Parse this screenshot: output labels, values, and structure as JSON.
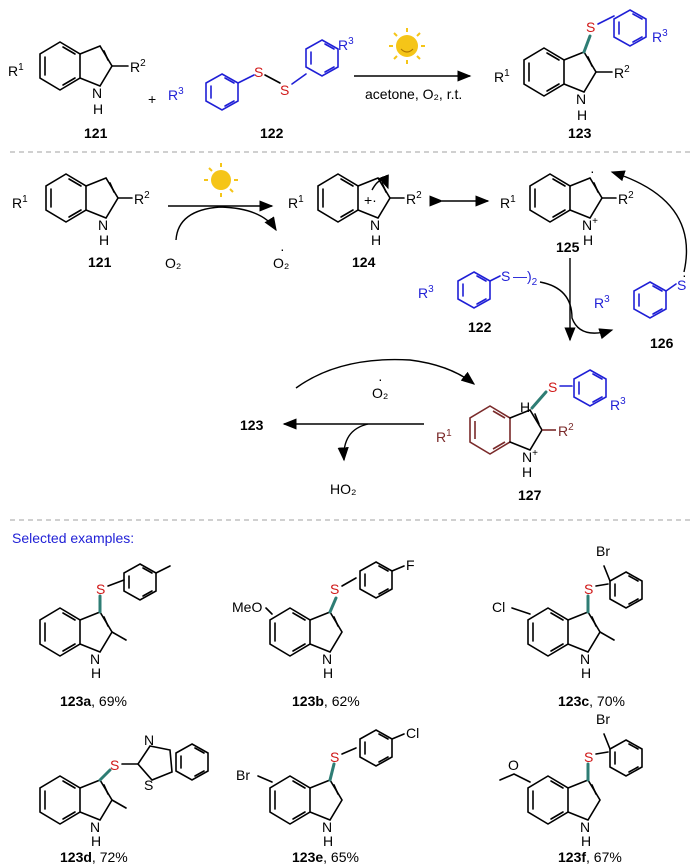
{
  "scheme": {
    "reactant_indole_id": "121",
    "disulfide_id": "122",
    "product_id": "123",
    "conditions": "acetone, O₂, r.t.",
    "light_icon": "sun-icon"
  },
  "mechanism": {
    "indole_id": "121",
    "radical_cation_id": "124",
    "carbon_radical_id": "125",
    "disulfide_id": "122",
    "thiyl_radical_id": "126",
    "cation_id": "127",
    "product_id": "123",
    "oxidant": "O₂",
    "superoxide": "O₂",
    "byproduct": "HO₂"
  },
  "examples": {
    "heading": "Selected examples:",
    "items": [
      {
        "id": "123a",
        "yield": ", 69%"
      },
      {
        "id": "123b",
        "yield": ", 62%"
      },
      {
        "id": "123c",
        "yield": ", 70%"
      },
      {
        "id": "123d",
        "yield": ", 72%"
      },
      {
        "id": "123e",
        "yield": ", 65%"
      },
      {
        "id": "123f",
        "yield": ", 67%"
      }
    ],
    "substituents": {
      "methoxy": "MeO",
      "chloro": "Cl",
      "bromo": "Br",
      "fluoro": "F"
    }
  },
  "colors": {
    "blue": "#1f1fd6",
    "red": "#d01818",
    "teal": "#2e7d74",
    "brown": "#7a2a2a",
    "sun": "#f5c518"
  }
}
